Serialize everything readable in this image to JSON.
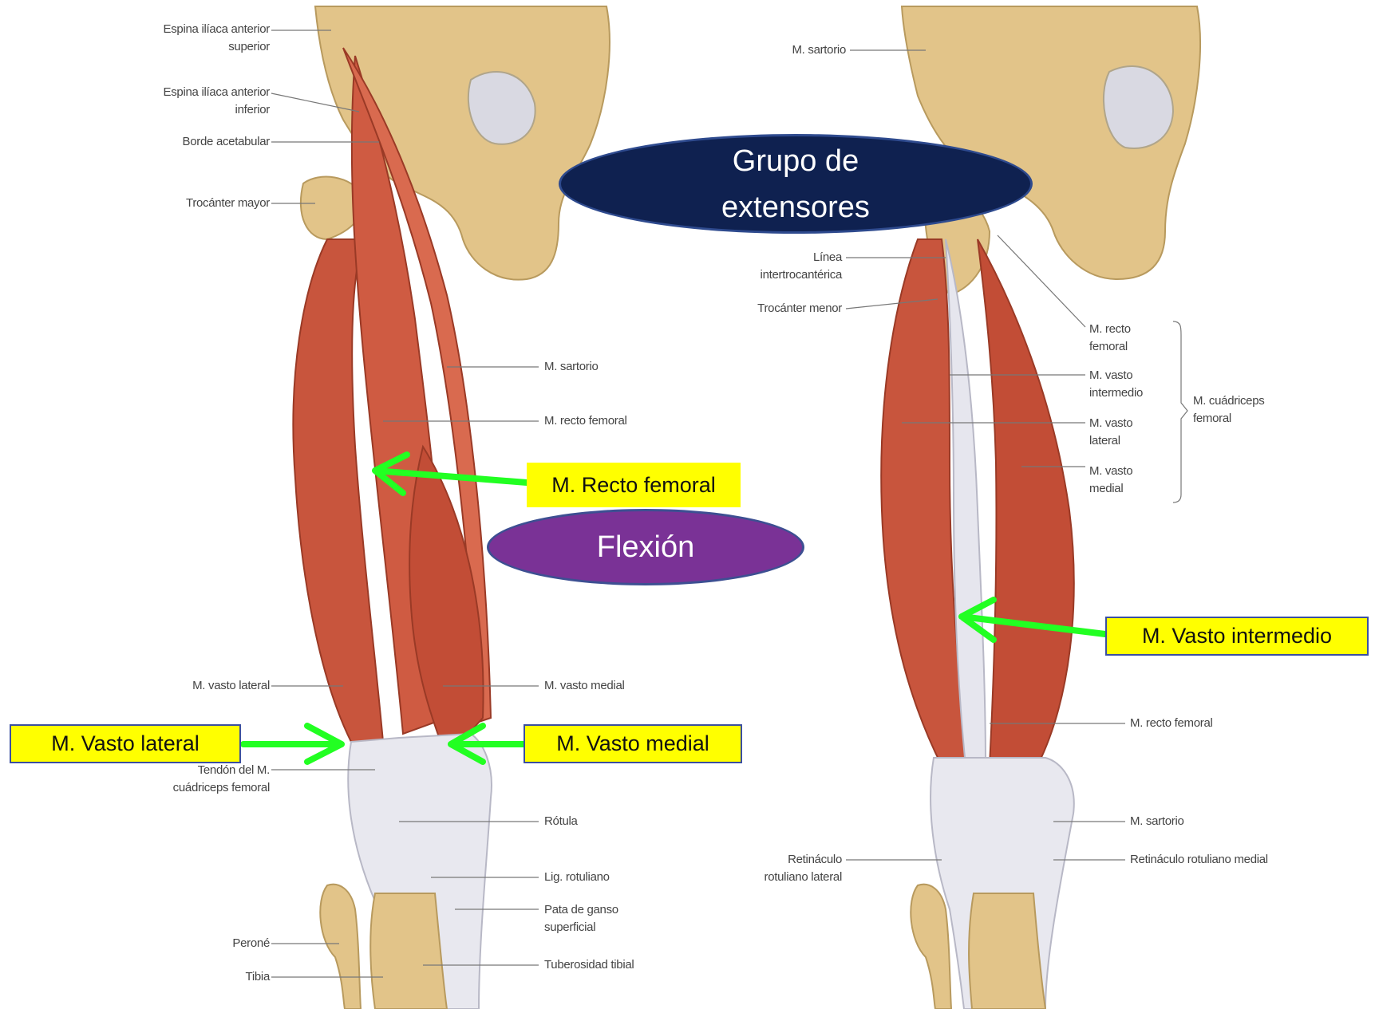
{
  "left_figure": {
    "labels_left": [
      "Espina ilíaca anterior\nsuperior",
      "Espina ilíaca anterior\ninferior",
      "Borde acetabular",
      "Trocánter mayor",
      "M. vasto lateral",
      "Tendón del M.\ncuádriceps femoral",
      "Peroné",
      "Tibia"
    ],
    "labels_right": [
      "M. sartorio",
      "M. recto femoral",
      "M. vasto medial",
      "Rótula",
      "Lig. rotuliano",
      "Pata de ganso\nsuperficial",
      "Tuberosidad tibial"
    ]
  },
  "right_figure": {
    "labels_left": [
      "M. sartorio",
      "Línea\nintertrocantérica",
      "Trocánter menor",
      "Retináculo\nrotuliano lateral"
    ],
    "labels_right": [
      "M. recto\nfemoral",
      "M. vasto\nintermedio",
      "M. vasto\nlateral",
      "M. vasto\nmedial",
      "M. recto femoral",
      "M. sartorio",
      "Retináculo rotuliano medial"
    ],
    "group_label": "M. cuádriceps\nfemoral"
  },
  "callouts": {
    "recto_femoral": "M. Recto femoral",
    "vasto_lateral": "M. Vasto lateral",
    "vasto_medial": "M. Vasto medial",
    "vasto_intermedio": "M. Vasto intermedio"
  },
  "ovals": {
    "group": "Grupo de\nextensores",
    "action": "Flexión"
  },
  "colors": {
    "bone": "#e2c489",
    "muscle": "#c8553d",
    "tendon": "#e8e8ef",
    "callout_fill": "#ffff00",
    "arrow": "#22ff22",
    "oval_navy": "#0f2150",
    "oval_purple": "#7a3296"
  }
}
